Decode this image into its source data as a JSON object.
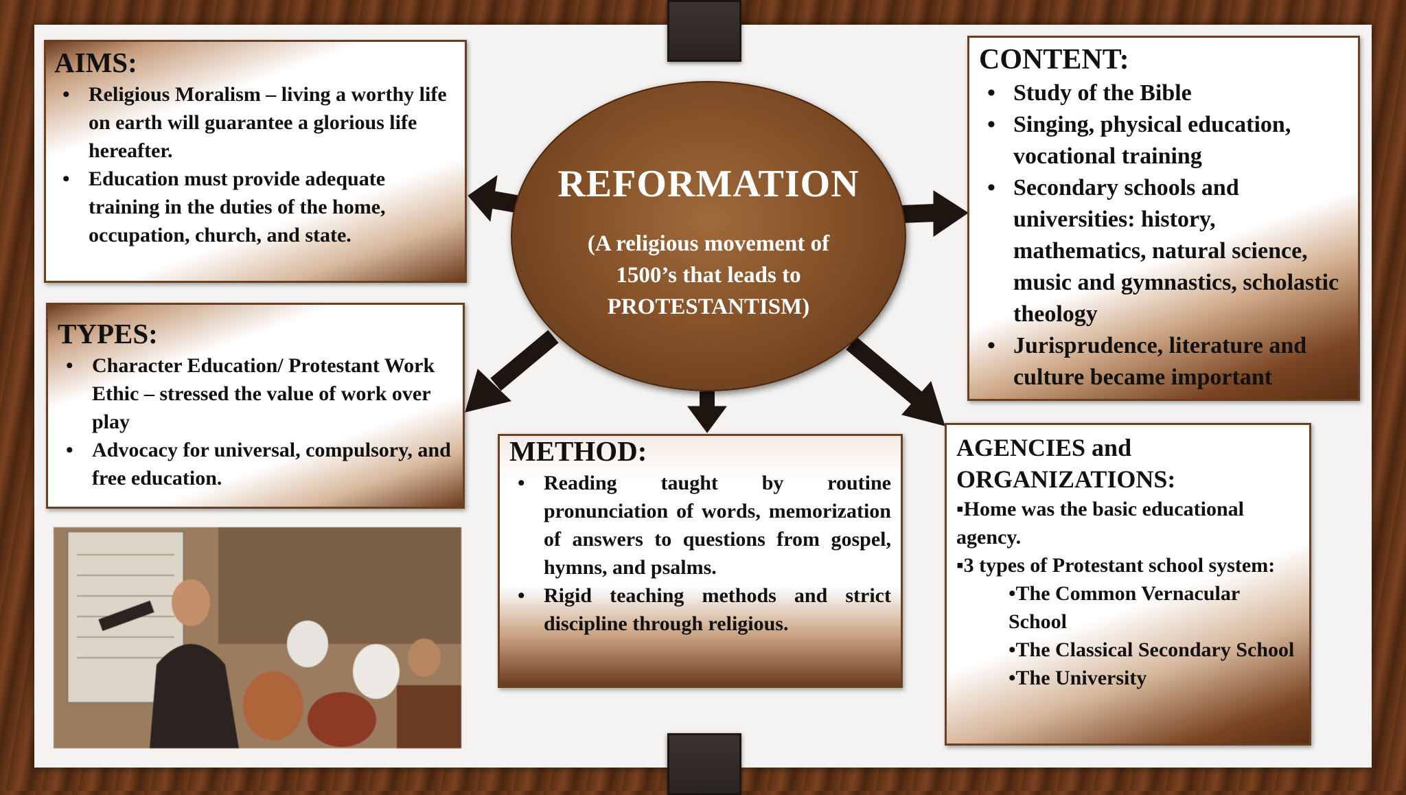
{
  "center": {
    "title": "REFORMATION",
    "subtitle_lines": [
      "(A religious movement of",
      "1500’s that leads to",
      "PROTESTANTISM)"
    ]
  },
  "aims": {
    "title": "AIMS:",
    "items": [
      "Religious Moralism – living a worthy life on earth will guarantee a glorious life hereafter.",
      "Education must provide adequate training in the duties of the home, occupation, church, and state."
    ]
  },
  "types": {
    "title": "TYPES:",
    "items": [
      "Character Education/ Protestant Work Ethic – stressed the value of work over play",
      "Advocacy  for universal, compulsory, and free education."
    ]
  },
  "content": {
    "title": "CONTENT:",
    "items": [
      "Study of the Bible",
      "Singing, physical education, vocational training",
      "Secondary schools and universities: history, mathematics, natural science, music and gymnastics, scholastic theology",
      "Jurisprudence, literature and culture became important"
    ]
  },
  "method": {
    "title": "METHOD:",
    "items": [
      "Reading taught by routine pronunciation of words, memorization of answers to questions from gospel, hymns, and psalms.",
      "Rigid teaching methods and strict discipline through religious."
    ]
  },
  "agencies": {
    "title_line1": "AGENCIES and",
    "title_line2": "ORGANIZATIONS:",
    "lines": [
      "▪Home was the basic educational agency.",
      "▪3 types of Protestant school system:"
    ],
    "school_types": [
      "•The Common Vernacular School",
      "•The Classical Secondary School",
      "•The University"
    ]
  }
}
